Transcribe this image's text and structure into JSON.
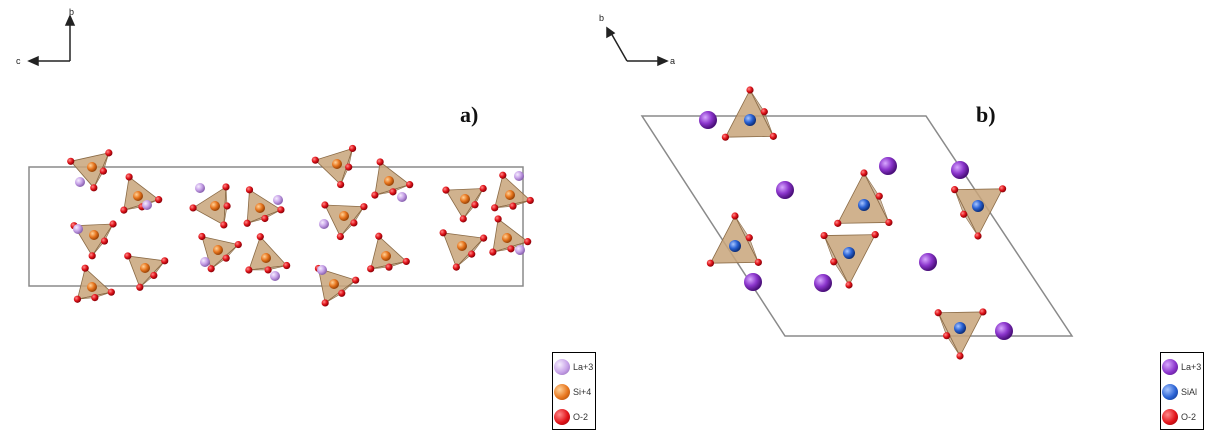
{
  "panel_a": {
    "label": "a)",
    "axes": {
      "vertical": "b",
      "horizontal": "c"
    },
    "legend": [
      {
        "label": "La+3",
        "color": "#c7a2e8"
      },
      {
        "label": "Si+4",
        "color": "#e8761e"
      },
      {
        "label": "O-2",
        "color": "#e2141a"
      }
    ]
  },
  "panel_b": {
    "label": "b)",
    "axes": {
      "vertical": "b",
      "horizontal": "a"
    },
    "legend": [
      {
        "label": "La+3",
        "color": "#8b35cc"
      },
      {
        "label": "SiAl",
        "color": "#2a62d4"
      },
      {
        "label": "O-2",
        "color": "#e2141a"
      }
    ]
  },
  "colors": {
    "tetrahedron": "#c8a47a",
    "cell_edge": "#888888"
  }
}
